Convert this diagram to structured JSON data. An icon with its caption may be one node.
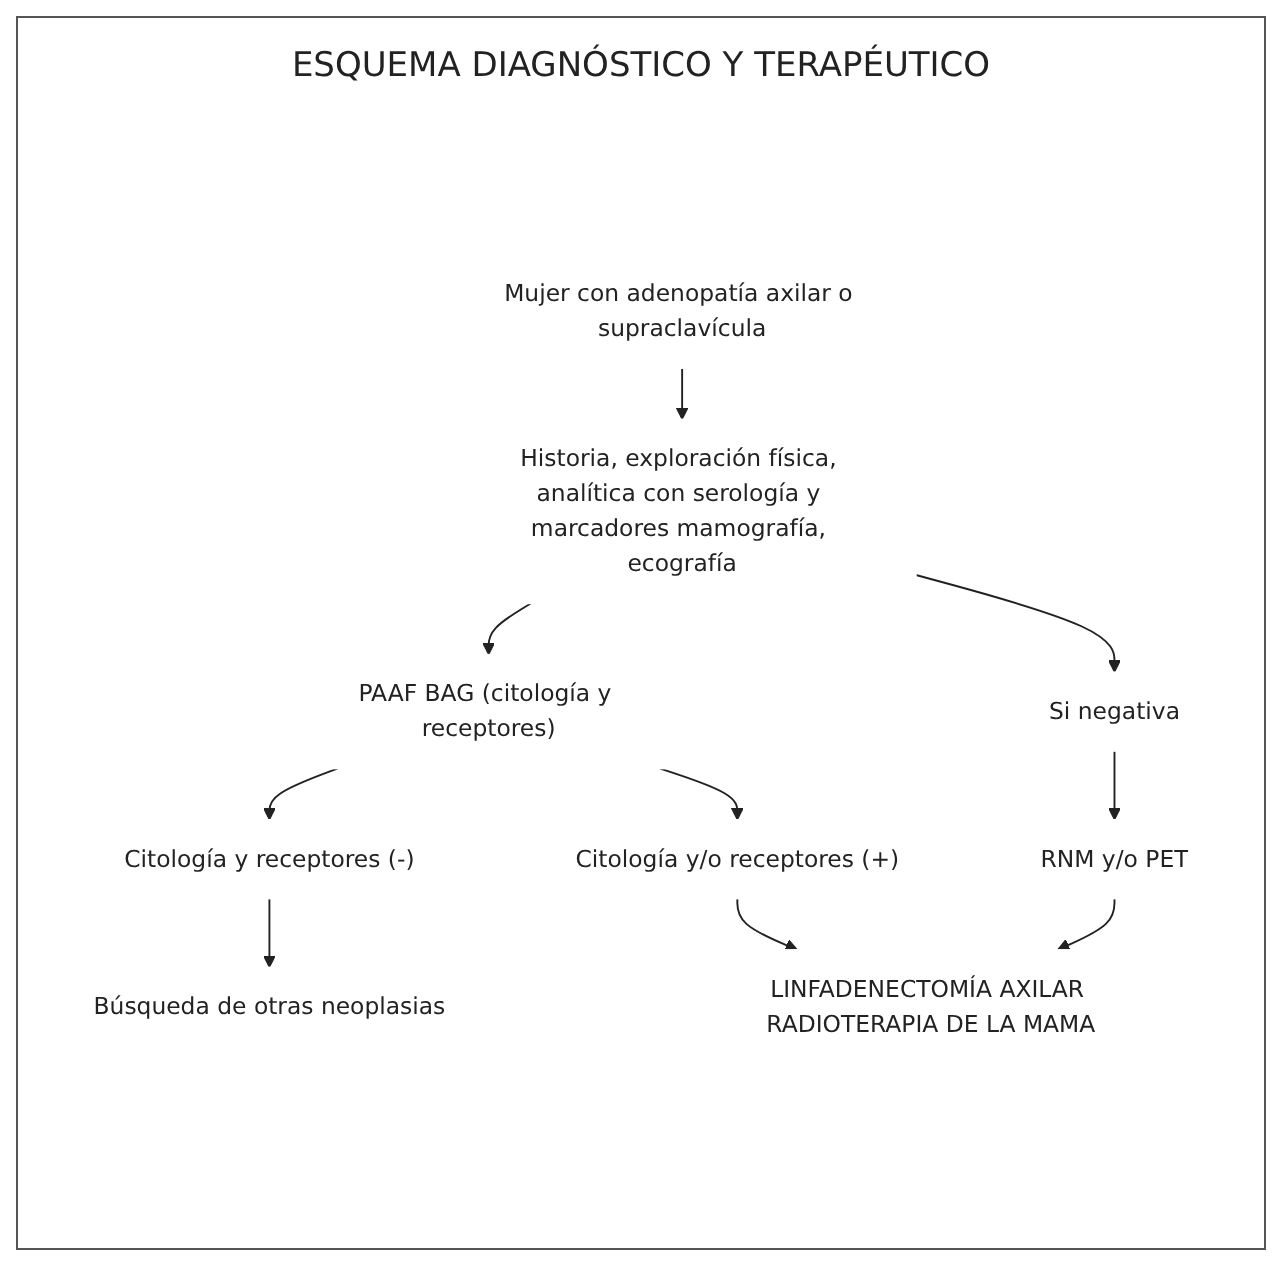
{
  "diagram": {
    "title": "ESQUEMA DIAGNÓSTICO Y TERAPÉUTICO",
    "nodes": [
      {
        "text": [
          "Mujer con adenopatía axilar o supraclavícula"
        ]
      },
      {
        "text": [
          "Historia, exploración física, analítica con serología y marcadores mamografía, ecografía"
        ]
      },
      {
        "text": [
          "PAAF BAG (citología y receptores)"
        ]
      },
      {
        "text": [
          "Si negativa"
        ]
      },
      {
        "text": [
          "Citología y receptores (-)"
        ]
      },
      {
        "text": [
          "RNM y/o PET"
        ]
      },
      {
        "text": [
          "Búsqueda de otras neoplasias"
        ]
      },
      {
        "text": [
          "Citología y/o receptores (+)"
        ]
      },
      {
        "text": [
          "LINFADENECTOMÍA AXILAR RADIOTERAPIA DE LA MAMA"
        ]
      }
    ],
    "edges": [
      {
        "from": 0,
        "to": 1,
        "arrow": "to"
      },
      {
        "from": 1,
        "to": 2,
        "arrow": "to"
      },
      {
        "from": 1,
        "to": 3,
        "arrow": "to"
      },
      {
        "from": 2,
        "to": 4,
        "arrow": "to"
      },
      {
        "from": 4,
        "to": 6,
        "arrow": "to"
      },
      {
        "from": 2,
        "to": 7,
        "arrow": "to"
      },
      {
        "from": 3,
        "to": 5,
        "arrow": "to"
      },
      {
        "from": 7,
        "to": 8,
        "arrow": "to"
      },
      {
        "from": 5,
        "to": 8,
        "arrow": "to"
      }
    ]
  }
}
